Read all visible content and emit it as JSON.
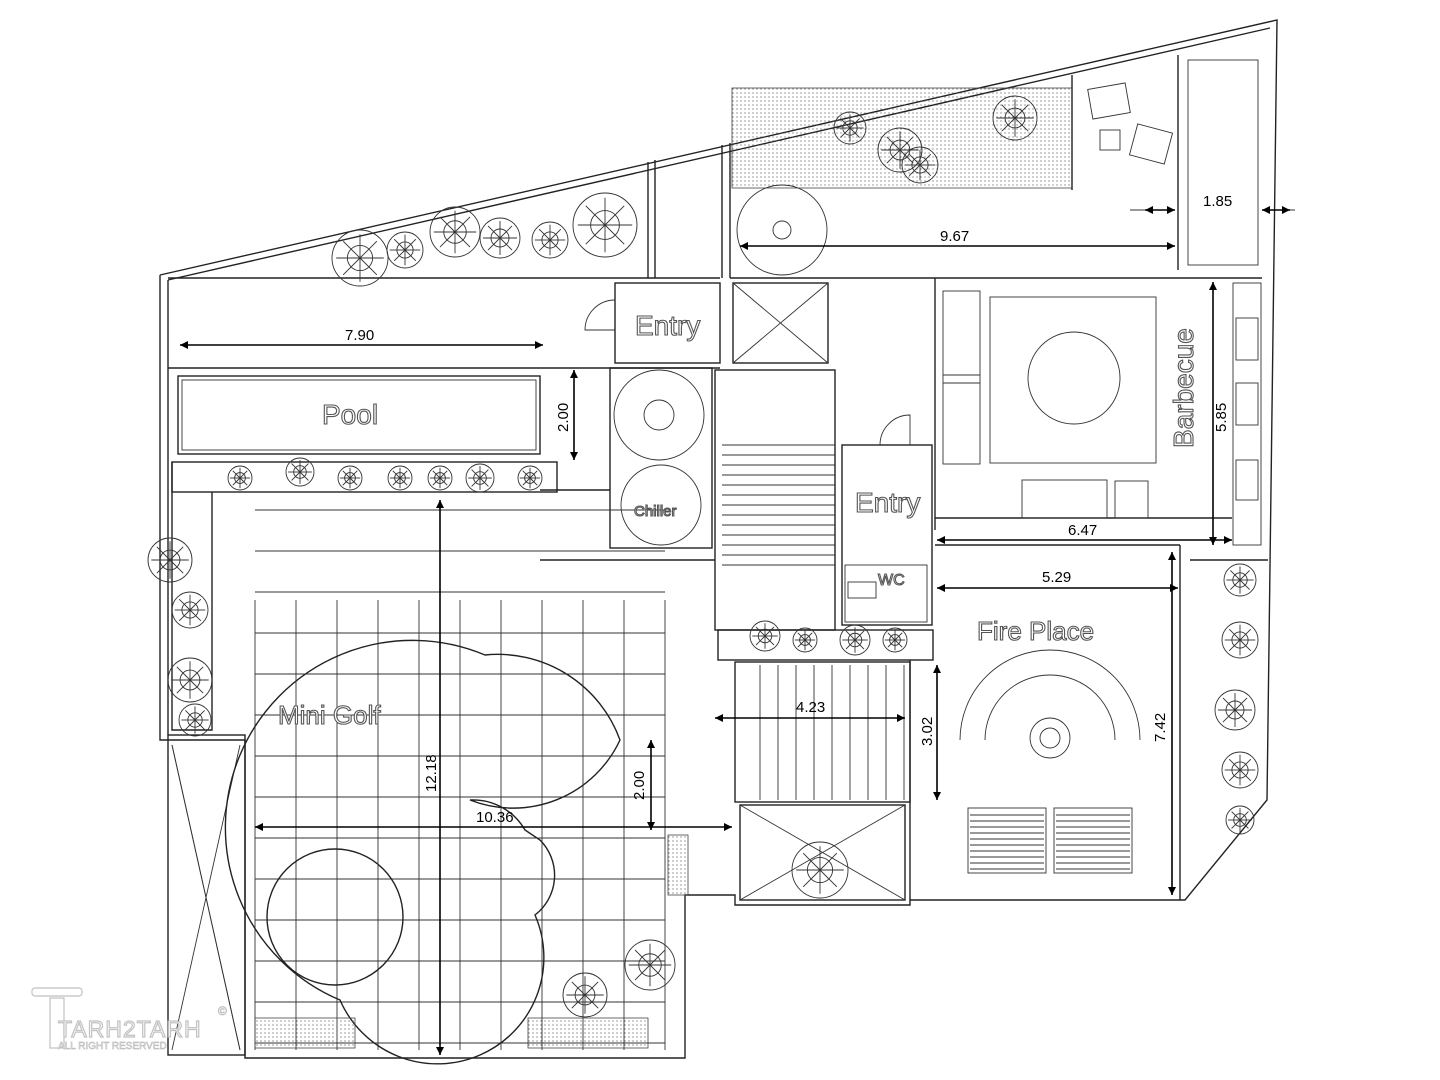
{
  "rooms": {
    "entry_top": "Entry",
    "entry_middle": "Entry",
    "pool": "Pool",
    "chiller": "Chiller",
    "barbecue": "Barbecue",
    "wc": "WC",
    "fire_place": "Fire Place",
    "mini_golf": "Mini Golf"
  },
  "dimensions": {
    "pool_length": "7.90",
    "pool_width": "2.00",
    "top_terrace": "9.67",
    "top_right_strip": "1.85",
    "barbecue_height": "5.85",
    "barbecue_width": "6.47",
    "fire_place_width": "5.29",
    "fire_place_height": "7.42",
    "stair_width": "4.23",
    "stair_height": "3.02",
    "golf_height": "12.18",
    "golf_width": "10.36",
    "golf_gap": "2.00"
  },
  "watermark": {
    "brand": "TARH2TARH",
    "rights": "ALL RIGHT RESERVED",
    "copyright": "©"
  },
  "colors": {
    "line": "#222222",
    "background": "#ffffff"
  }
}
